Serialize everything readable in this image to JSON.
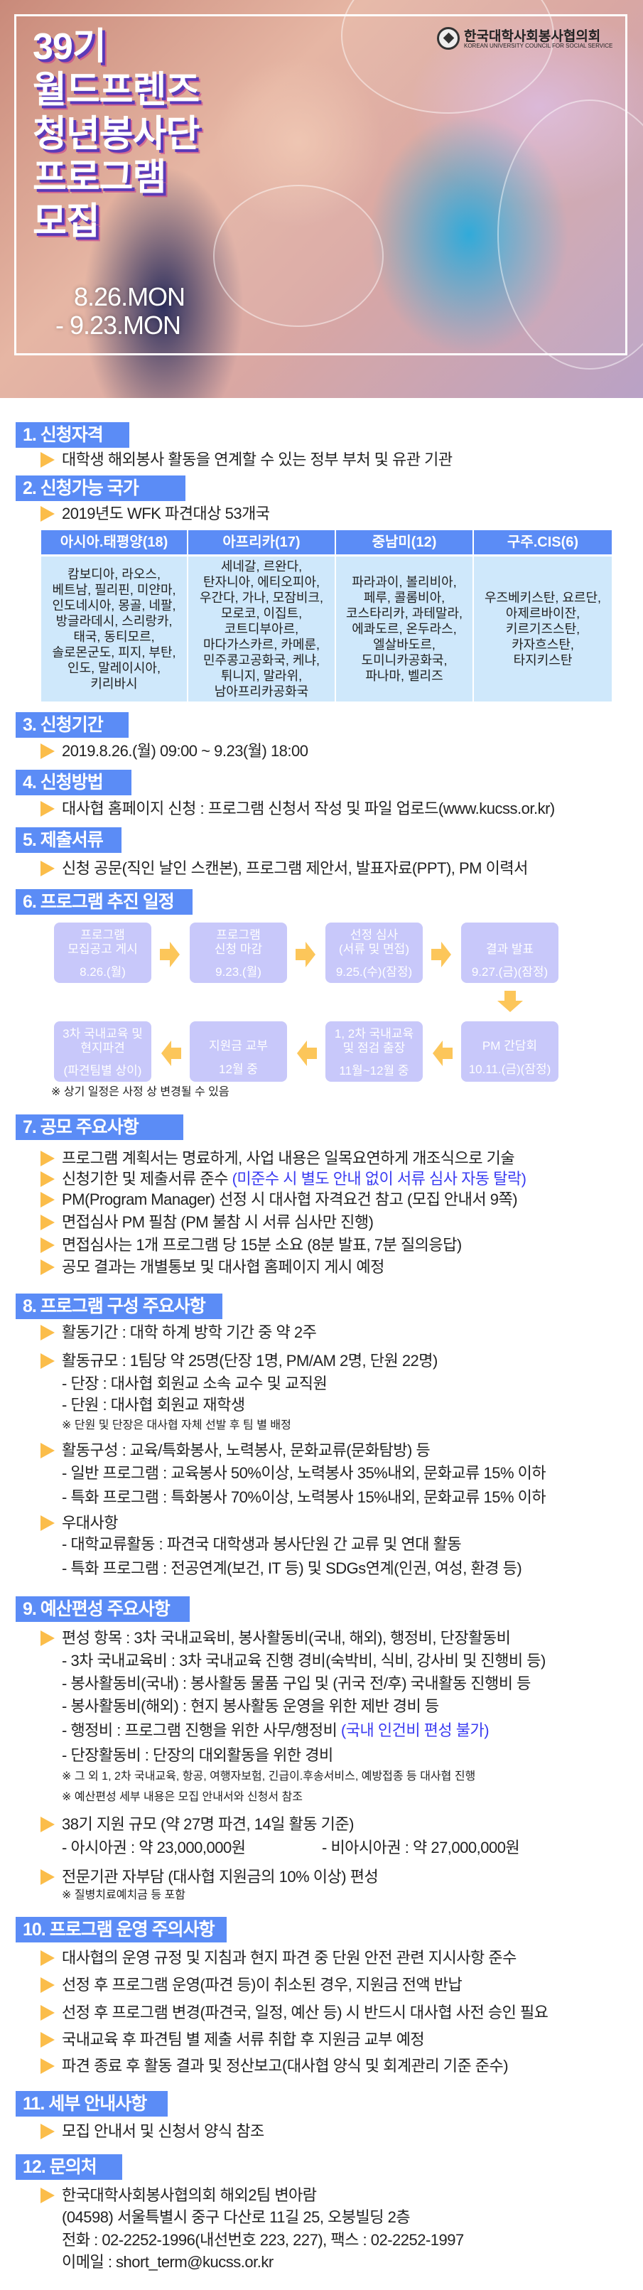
{
  "hero": {
    "title_lines": [
      "39기",
      "월드프렌즈",
      "청년봉사단",
      "프로그램",
      "모집"
    ],
    "date_start": "8.26.MON",
    "date_end": "- 9.23.MON",
    "logo_kr": "한국대학사회봉사협의회",
    "logo_en": "KOREAN UNIVERSITY COUNCIL FOR SOCIAL SERVICE"
  },
  "s1": {
    "title": "1. 신청자격",
    "lines": [
      "대학생 해외봉사 활동을 연계할 수 있는 정부 부처 및 유관 기관"
    ]
  },
  "s2": {
    "title": "2. 신청가능 국가",
    "lines": [
      "2019년도 WFK 파견대상 53개국"
    ],
    "table": {
      "headers": [
        "아시아.태평양(18)",
        "아프리카(17)",
        "중남미(12)",
        "구주.CIS(6)"
      ],
      "cols": [
        [
          "캄보디아, 라오스,",
          "베트남, 필리핀, 미얀마,",
          "인도네시아, 몽골, 네팔,",
          "방글라데시, 스리랑카,",
          "태국, 동티모르,",
          "솔로몬군도, 피지, 부탄,",
          "인도, 말레이시아,",
          "키리바시"
        ],
        [
          "세네갈, 르완다,",
          "탄자니아, 에티오피아,",
          "우간다, 가나, 모잠비크,",
          "모로코, 이집트,",
          "코트디부아르,",
          "마다가스카르, 카메룬,",
          "민주콩고공화국, 케냐,",
          "튀니지, 말라위,",
          "남아프리카공화국"
        ],
        [
          "파라과이, 볼리비아,",
          "페루, 콜롬비아,",
          "코스타리카, 과테말라,",
          "에콰도르, 온두라스,",
          "엘살바도르,",
          "도미니카공화국,",
          "파나마, 벨리즈"
        ],
        [
          "우즈베키스탄, 요르단,",
          "아제르바이잔,",
          "키르기즈스탄,",
          "카자흐스탄,",
          "타지키스탄"
        ]
      ]
    }
  },
  "s3": {
    "title": "3. 신청기간",
    "lines": [
      "2019.8.26.(월) 09:00 ~ 9.23(월) 18:00"
    ]
  },
  "s4": {
    "title": "4. 신청방법",
    "lines": [
      "대사협 홈페이지 신청 : 프로그램 신청서 작성 및 파일 업로드(www.kucss.or.kr)"
    ]
  },
  "s5": {
    "title": "5. 제출서류",
    "lines": [
      "신청 공문(직인 날인 스캔본), 프로그램 제안서, 발표자료(PPT), PM 이력서"
    ]
  },
  "s6": {
    "title": "6. 프로그램 추진 일정",
    "steps": [
      {
        "l1": "프로그램",
        "l2": "모집공고 게시",
        "date": "8.26.(월)"
      },
      {
        "l1": "프로그램",
        "l2": "신청 마감",
        "date": "9.23.(월)"
      },
      {
        "l1": "선정 심사",
        "l2": "(서류 및 면접)",
        "date": "9.25.(수)(잠정)"
      },
      {
        "l1": "",
        "l2": "결과 발표",
        "date": "9.27.(금)(잠정)"
      },
      {
        "l1": "",
        "l2": "PM 간담회",
        "date": "10.11.(금)(잠정)"
      },
      {
        "l1": "1, 2차 국내교육",
        "l2": "및 점검 출장",
        "date": "11월~12월 중"
      },
      {
        "l1": "",
        "l2": "지원금 교부",
        "date": "12월 중"
      },
      {
        "l1": "3차 국내교육 및",
        "l2": "현지파견",
        "date": "(파견팀별 상이)"
      }
    ],
    "note": "※ 상기 일정은 사정 상 변경될 수 있음"
  },
  "s7": {
    "title": "7. 공모 주요사항",
    "lines": [
      "프로그램 계획서는 명료하게, 사업 내용은 일목요연하게 개조식으로 기술",
      "신청기한 및 제출서류 준수 ",
      "PM(Program Manager) 선정 시 대사협 자격요건 참고 (모집 안내서 9쪽)",
      "면접심사 PM 필참 (PM 불참 시 서류 심사만 진행)",
      "면접심사는 1개 프로그램 당 15분 소요 (8분 발표, 7분 질의응답)",
      "공모 결과는 개별통보 및 대사협 홈페이지 게시 예정"
    ],
    "warn": "(미준수 시 별도 안내 없이 서류 심사 자동 탈락)"
  },
  "s8": {
    "title": "8. 프로그램 구성 주요사항",
    "lines": [
      "활동기간 : 대학 하계 방학 기간 중 약 2주",
      "활동규모 : 1팀당 약 25명(단장 1명, PM/AM 2명, 단원 22명)",
      "- 단장 : 대사협 회원교 소속 교수 및 교직원",
      "- 단원 : 대사협 회원교 재학생",
      "※ 단원 및 단장은 대사협 자체 선발 후 팀 별 배정",
      "활동구성 : 교육/특화봉사, 노력봉사, 문화교류(문화탐방) 등",
      "- 일반 프로그램 : 교육봉사 50%이상, 노력봉사 35%내외, 문화교류 15% 이하",
      "- 특화 프로그램 : 특화봉사 70%이상, 노력봉사 15%내외, 문화교류 15% 이하",
      "우대사항",
      "- 대학교류활동 : 파견국 대학생과 봉사단원 간 교류 및 연대 활동",
      "- 특화 프로그램 : 전공연계(보건, IT 등) 및 SDGs연계(인권, 여성, 환경 등)"
    ]
  },
  "s9": {
    "title": "9. 예산편성 주요사항",
    "lines": [
      "편성 항목 : 3차 국내교육비, 봉사활동비(국내, 해외), 행정비, 단장활동비",
      "- 3차 국내교육비 : 3차 국내교육 진행 경비(숙박비, 식비, 강사비 및 진행비 등)",
      "- 봉사활동비(국내) : 봉사활동 물품 구입 및 (귀국 전/후) 국내활동 진행비 등",
      "- 봉사활동비(해외) : 현지 봉사활동 운영을 위한 제반 경비 등",
      "- 행정비 : 프로그램 진행을 위한 사무/행정비 ",
      "- 단장활동비 : 단장의 대외활동을 위한 경비",
      "※ 그 외 1, 2차 국내교육, 항공, 여행자보험, 긴급이.후송서비스, 예방접종 등 대사협 진행",
      "※ 예산편성 세부 내용은 모집 안내서와 신청서 참조",
      "38기 지원 규모 (약 27명 파견, 14일 활동 기준)",
      "- 아시아권 : 약 23,000,000원",
      "- 비아시아권 : 약 27,000,000원",
      "전문기관 자부담 (대사협 지원금의 10% 이상) 편성",
      "※ 질병치료예치금 등 포함"
    ],
    "warn": "(국내 인건비 편성 불가)"
  },
  "s10": {
    "title": "10. 프로그램 운영 주의사항",
    "lines": [
      "대사협의 운영 규정 및 지침과 현지 파견 중 단원 안전 관련 지시사항 준수",
      "선정 후 프로그램 운영(파견 등)이 취소된 경우, 지원금 전액 반납",
      "선정 후 프로그램 변경(파견국, 일정, 예산 등) 시 반드시 대사협 사전 승인 필요",
      "국내교육 후 파견팀 별 제출 서류 취합 후 지원금 교부 예정",
      "파견 종료 후 활동 결과 및 정산보고(대사협 양식 및 회계관리 기준 준수)"
    ]
  },
  "s11": {
    "title": "11. 세부 안내사항",
    "lines": [
      "모집 안내서 및 신청서 양식 참조"
    ]
  },
  "s12": {
    "title": "12. 문의처",
    "lines": [
      "한국대학사회봉사협의회 해외2팀 변아람",
      "(04598) 서울특별시 중구 다산로 11길 25, 오붕빌딩 2층",
      "전화 : 02-2252-1996(내선번호 223, 227), 팩스 : 02-2252-1997",
      "이메일 : short_term@kucss.or.kr"
    ]
  }
}
